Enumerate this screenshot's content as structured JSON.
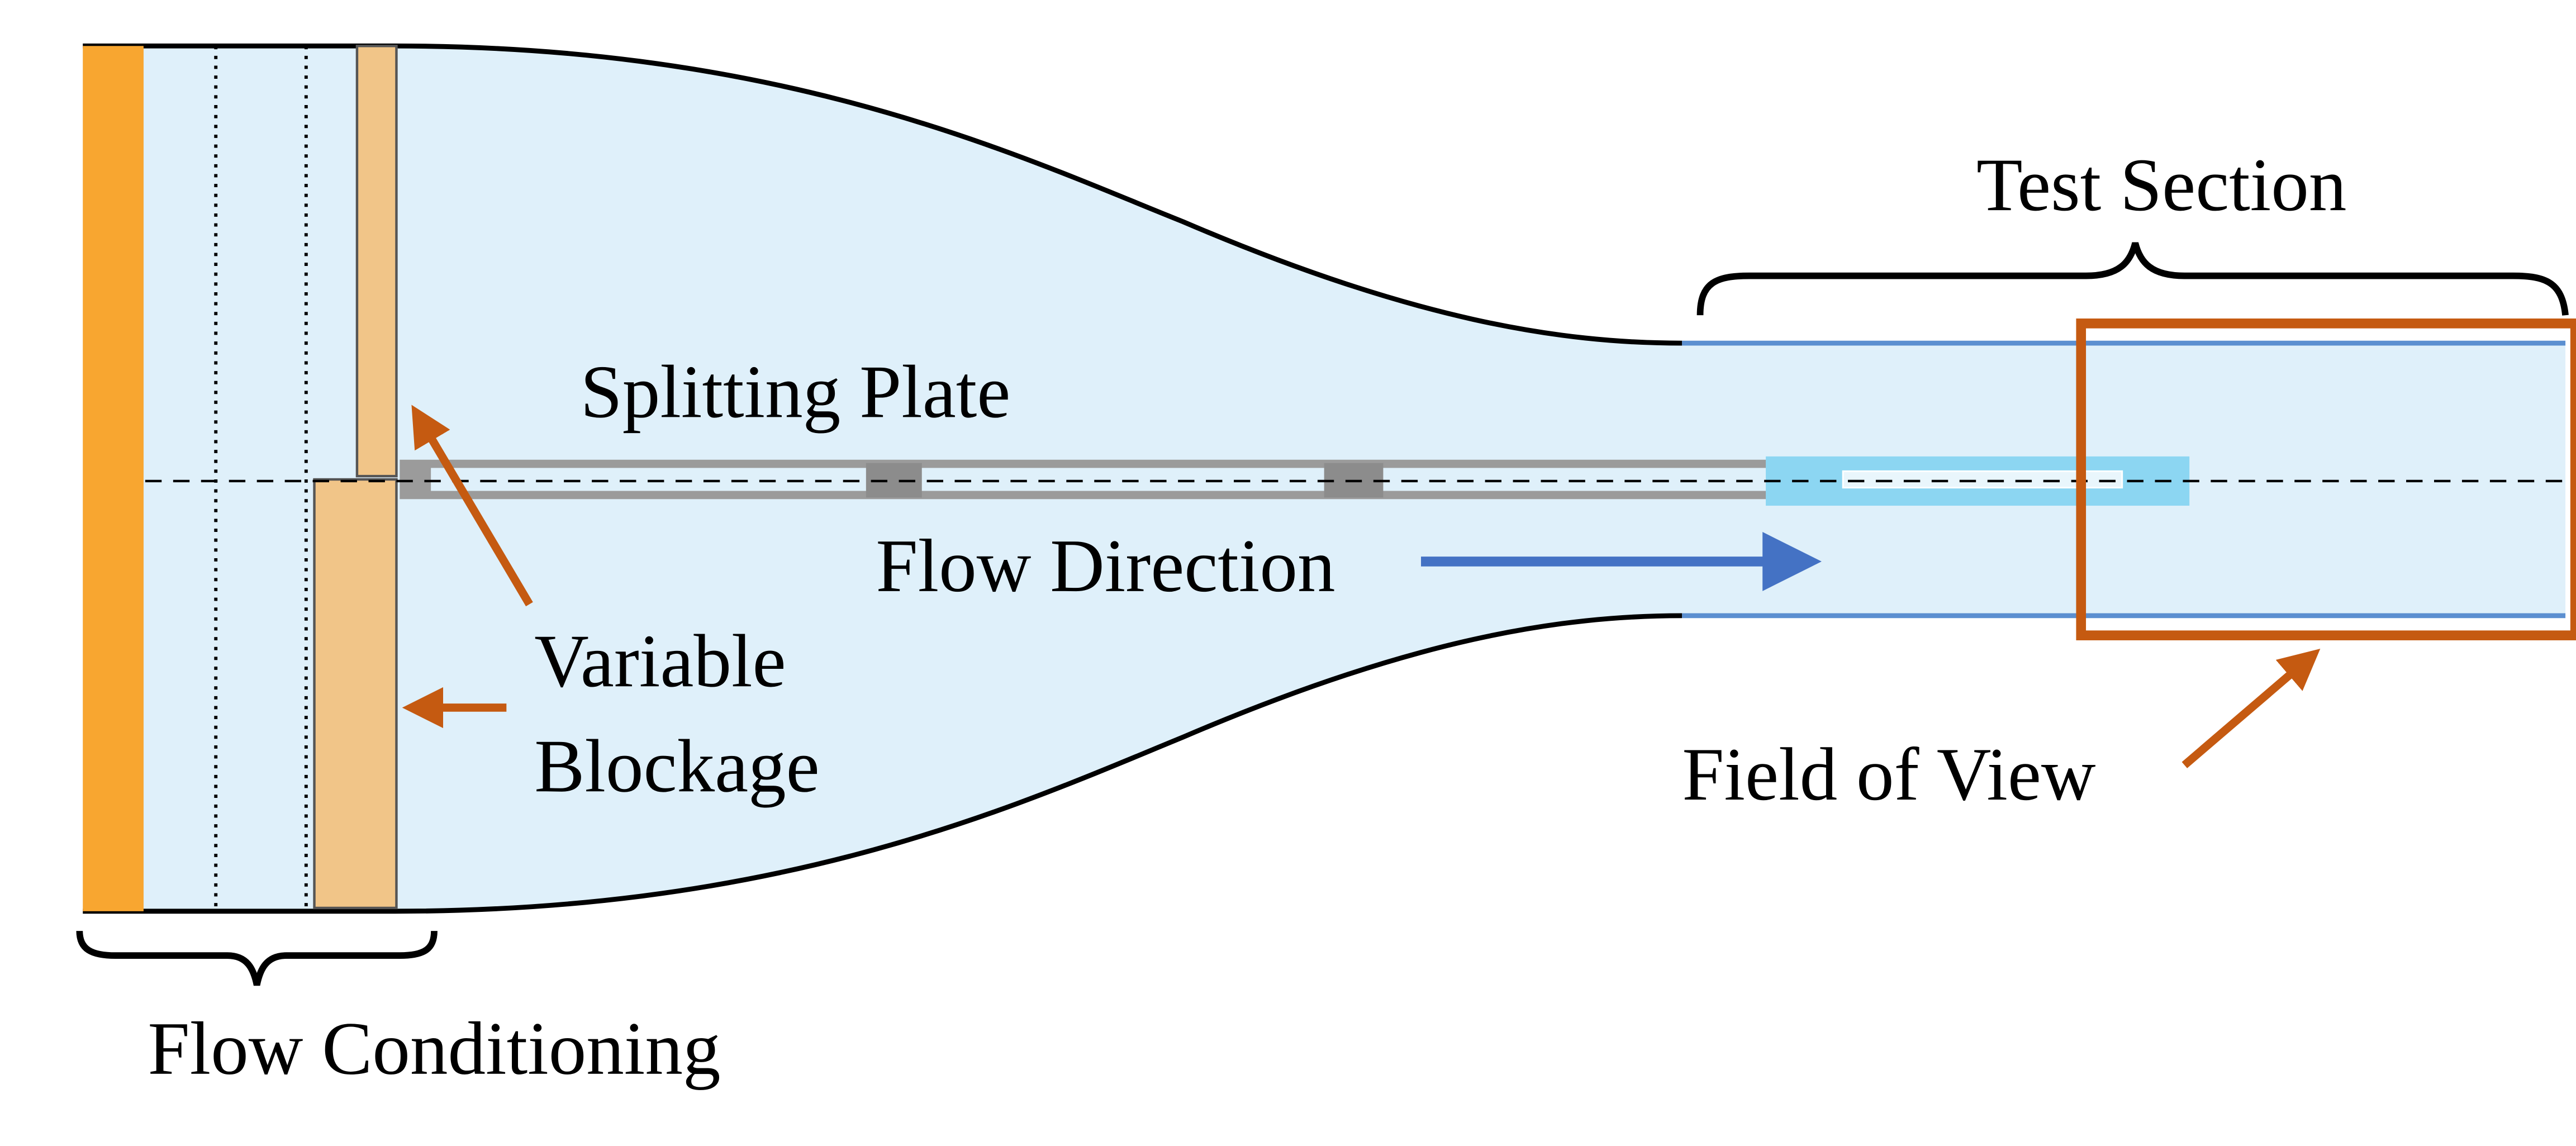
{
  "labels": {
    "test_section": "Test Section",
    "splitting_plate": "Splitting Plate",
    "flow_direction": "Flow Direction",
    "variable_blockage_line1": "Variable",
    "variable_blockage_line2": "Blockage",
    "field_of_view": "Field of View",
    "flow_conditioning": "Flow Conditioning"
  },
  "colors": {
    "flow_region": "#dff0fa",
    "honeycomb": "#f8a630",
    "blockage": "#f1c588",
    "plate": "#9b9b9b",
    "plate_support": "#8c8c8c",
    "plate_extension": "#8cd6f2",
    "test_section_wall": "#5b8fd0",
    "flow_arrow": "#4472c4",
    "annotation_arrow": "#c55a11",
    "outline": "#000000"
  }
}
